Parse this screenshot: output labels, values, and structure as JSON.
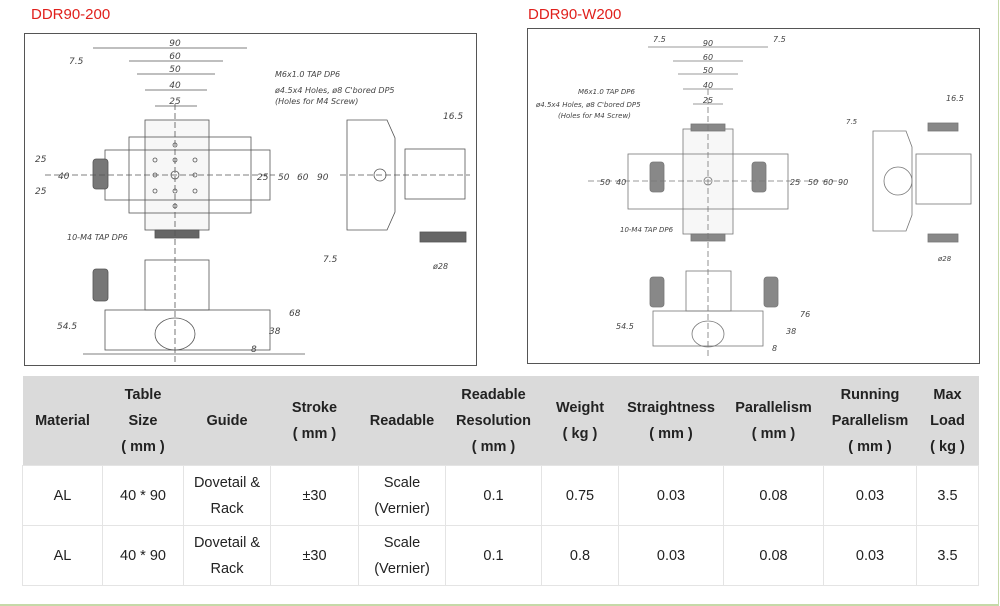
{
  "products": [
    {
      "title": "DDR90-200",
      "labels": {
        "d90": "90",
        "d60": "60",
        "d50": "50",
        "d40": "40",
        "d25": "25",
        "d75": "7.5",
        "tap": "M6x1.0 TAP DP6",
        "holes": "ø4.5x4 Holes, ø8 C'bored DP5",
        "holes2": "(Holes for M4 Screw)",
        "m4": "10-M4 TAP DP6",
        "d165": "16.5",
        "d28": "ø28",
        "d545": "54.5",
        "d68": "68",
        "d38": "38",
        "d8": "8",
        "v25a": "25",
        "v25b": "25",
        "v40": "40",
        "r25": "25",
        "r50": "50",
        "r60": "60",
        "r90": "90",
        "r75": "7.5"
      }
    },
    {
      "title": "DDR90-W200",
      "labels": {
        "d90": "90",
        "d60": "60",
        "d50": "50",
        "d40": "40",
        "d25": "25",
        "d75": "7.5",
        "d75r": "7.5",
        "tap": "M6x1.0 TAP DP6",
        "holes": "ø4.5x4 Holes, ø8 C'bored DP5",
        "holes2": "(Holes for M4 Screw)",
        "m4": "10-M4 TAP DP6",
        "d165": "16.5",
        "d28": "ø28",
        "d545": "54.5",
        "d76": "76",
        "d38": "38",
        "d8": "8",
        "v50": "50",
        "v40": "40",
        "r25": "25",
        "r50": "50",
        "r60": "60",
        "r90": "90",
        "r75": "7.5"
      }
    }
  ],
  "table": {
    "headers": [
      [
        "Material"
      ],
      [
        "Table",
        "Size",
        "( mm )"
      ],
      [
        "Guide"
      ],
      [
        "Stroke",
        "( mm )"
      ],
      [
        "Readable"
      ],
      [
        "Readable",
        "Resolution",
        "( mm )"
      ],
      [
        "Weight",
        "( kg )"
      ],
      [
        "Straightness",
        "( mm )"
      ],
      [
        "Parallelism",
        "( mm )"
      ],
      [
        "Running",
        "Parallelism",
        "( mm )"
      ],
      [
        "Max",
        "Load",
        "( kg )"
      ]
    ],
    "rows": [
      [
        [
          "AL"
        ],
        [
          "40 * 90"
        ],
        [
          "Dovetail &",
          "Rack"
        ],
        [
          "±30"
        ],
        [
          "Scale",
          "(Vernier)"
        ],
        [
          "0.1"
        ],
        [
          "0.75"
        ],
        [
          "0.03"
        ],
        [
          "0.08"
        ],
        [
          "0.03"
        ],
        [
          "3.5"
        ]
      ],
      [
        [
          "AL"
        ],
        [
          "40 * 90"
        ],
        [
          "Dovetail &",
          "Rack"
        ],
        [
          "±30"
        ],
        [
          "Scale",
          "(Vernier)"
        ],
        [
          "0.1"
        ],
        [
          "0.8"
        ],
        [
          "0.03"
        ],
        [
          "0.08"
        ],
        [
          "0.03"
        ],
        [
          "3.5"
        ]
      ]
    ]
  }
}
